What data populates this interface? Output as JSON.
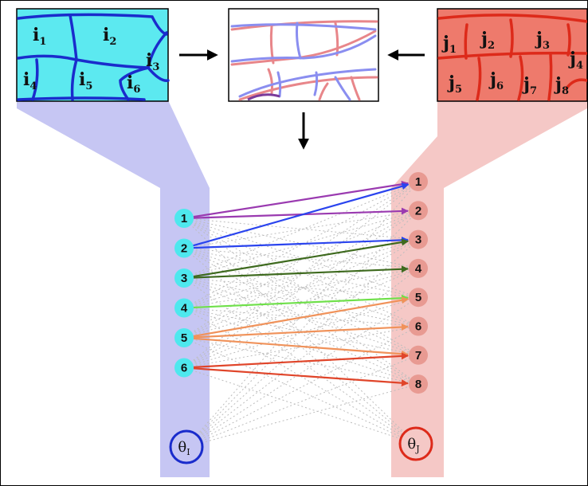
{
  "colors": {
    "left_cell_fill": "#5ce9f0",
    "left_cell_stroke": "#1a2ccc",
    "right_cell_fill": "#ee7a6c",
    "right_cell_stroke": "#dd2a1a",
    "left_funnel": "#c6c6f3",
    "right_funnel": "#f5c8c6",
    "left_node": "#4ee8ee",
    "right_node": "#e89a92",
    "dotted": "#bdbdbd"
  },
  "left_image": {
    "labels": [
      {
        "base": "i",
        "sub": "1"
      },
      {
        "base": "i",
        "sub": "2"
      },
      {
        "base": "i",
        "sub": "3"
      },
      {
        "base": "i",
        "sub": "4"
      },
      {
        "base": "i",
        "sub": "5"
      },
      {
        "base": "i",
        "sub": "6"
      }
    ]
  },
  "right_image": {
    "labels": [
      {
        "base": "j",
        "sub": "1"
      },
      {
        "base": "j",
        "sub": "2"
      },
      {
        "base": "j",
        "sub": "3"
      },
      {
        "base": "j",
        "sub": "4"
      },
      {
        "base": "j",
        "sub": "5"
      },
      {
        "base": "j",
        "sub": "6"
      },
      {
        "base": "j",
        "sub": "7"
      },
      {
        "base": "j",
        "sub": "8"
      }
    ]
  },
  "left_nodes": [
    "1",
    "2",
    "3",
    "4",
    "5",
    "6"
  ],
  "right_nodes": [
    "1",
    "2",
    "3",
    "4",
    "5",
    "6",
    "7",
    "8"
  ],
  "theta_left": {
    "symbol": "θ",
    "sub": "I"
  },
  "theta_right": {
    "symbol": "θ",
    "sub": "J"
  },
  "connections": [
    {
      "from": 1,
      "to": 1,
      "color": "#9a3ab0"
    },
    {
      "from": 1,
      "to": 2,
      "color": "#9a3ab0"
    },
    {
      "from": 2,
      "to": 1,
      "color": "#2a44ee"
    },
    {
      "from": 2,
      "to": 3,
      "color": "#2a44ee"
    },
    {
      "from": 3,
      "to": 3,
      "color": "#3e6a1e"
    },
    {
      "from": 3,
      "to": 4,
      "color": "#3e6a1e"
    },
    {
      "from": 4,
      "to": 5,
      "color": "#6fe04a"
    },
    {
      "from": 5,
      "to": 5,
      "color": "#f0925a"
    },
    {
      "from": 5,
      "to": 6,
      "color": "#f0925a"
    },
    {
      "from": 5,
      "to": 7,
      "color": "#f0925a"
    },
    {
      "from": 6,
      "to": 7,
      "color": "#e0452a"
    },
    {
      "from": 6,
      "to": 8,
      "color": "#e0452a"
    }
  ]
}
